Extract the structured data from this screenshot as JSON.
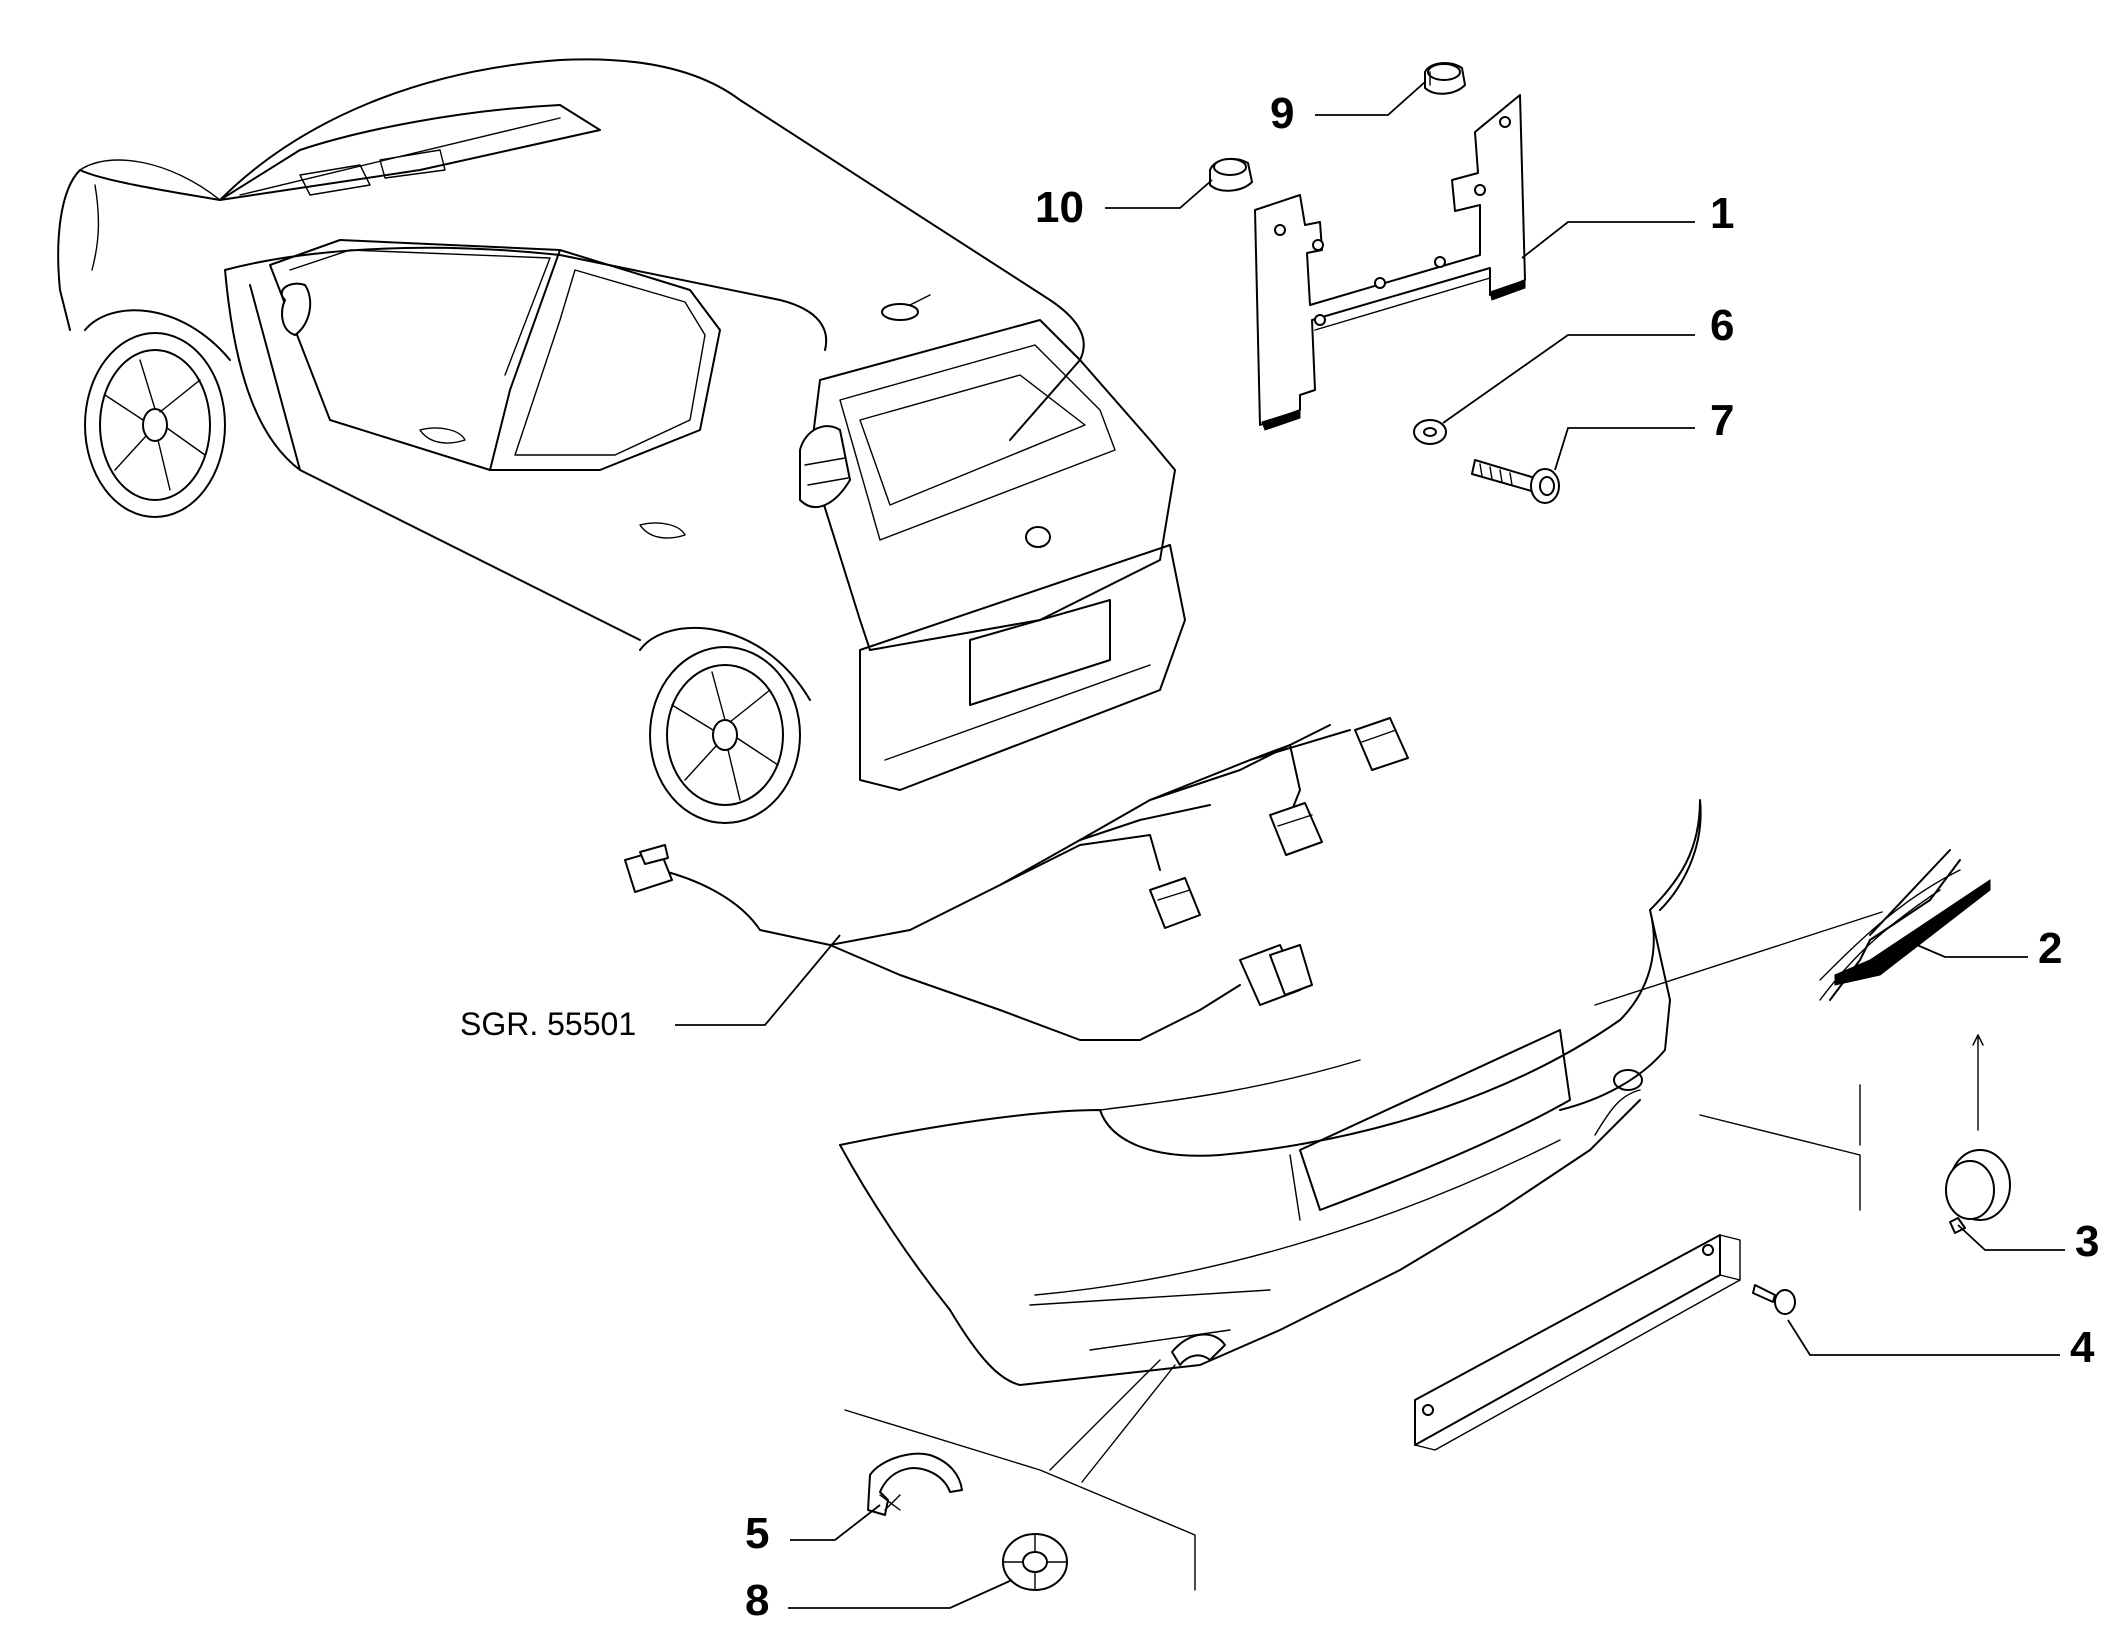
{
  "callouts": {
    "c1": "1",
    "c2": "2",
    "c3": "3",
    "c4": "4",
    "c5": "5",
    "c6": "6",
    "c7": "7",
    "c8": "8",
    "c9": "9",
    "c10": "10"
  },
  "reference": "SGR. 55501"
}
